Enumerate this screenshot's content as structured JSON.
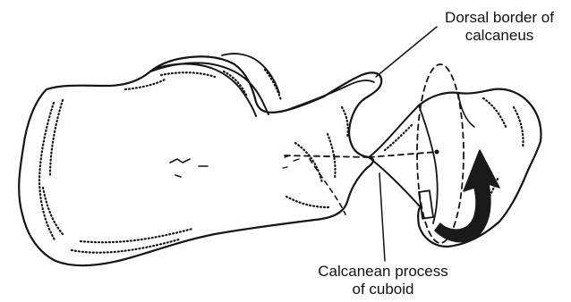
{
  "labels": {
    "dorsal_border": [
      "Dorsal border of",
      "calcaneus"
    ],
    "calcanean_process": [
      "Calcanean process",
      "of cuboid"
    ]
  },
  "colors": {
    "ink": "#141414",
    "background": "#ffffff",
    "arrow": "#1a1a1a"
  },
  "icons": {
    "rotation_arrow": "curved-arrow-icon"
  }
}
